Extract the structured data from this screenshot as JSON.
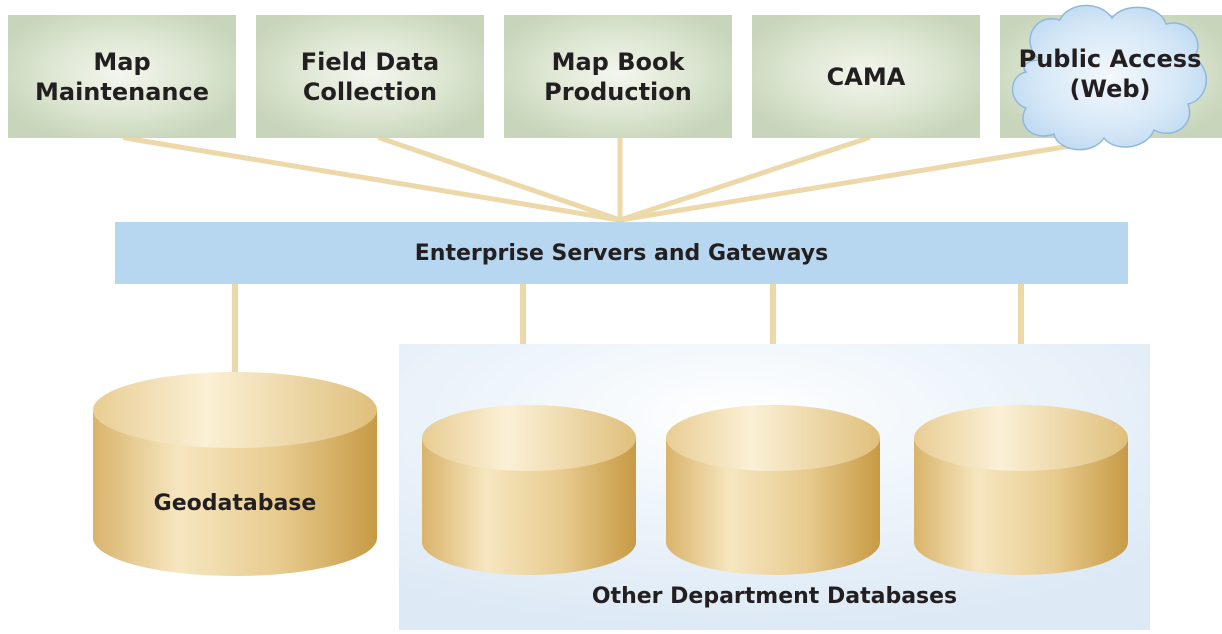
{
  "systems": [
    {
      "id": "map-maintenance",
      "label": "Map\nMaintenance",
      "shape": "box"
    },
    {
      "id": "field-data-collection",
      "label": "Field Data\nCollection",
      "shape": "box"
    },
    {
      "id": "map-book-production",
      "label": "Map Book\nProduction",
      "shape": "box"
    },
    {
      "id": "cama",
      "label": "CAMA",
      "shape": "box"
    },
    {
      "id": "public-access",
      "label": "Public Access\n(Web)",
      "shape": "cloud"
    }
  ],
  "server": {
    "label": "Enterprise Servers and Gateways"
  },
  "geodatabase": {
    "label": "Geodatabase"
  },
  "department_panel": {
    "label": "Other Department Databases",
    "database_count": 3
  },
  "colors": {
    "system_box": "#c9d7bd",
    "system_glow": "#f2f5ea",
    "cloud_fill": "#c0dbf3",
    "server_bar": "#b7d6ef",
    "panel_bg": "#e3eff9",
    "connector": "#ecd8a8",
    "cylinder_light": "#f5e2b6",
    "cylinder_dark": "#cfa65a",
    "text": "#231f20"
  }
}
